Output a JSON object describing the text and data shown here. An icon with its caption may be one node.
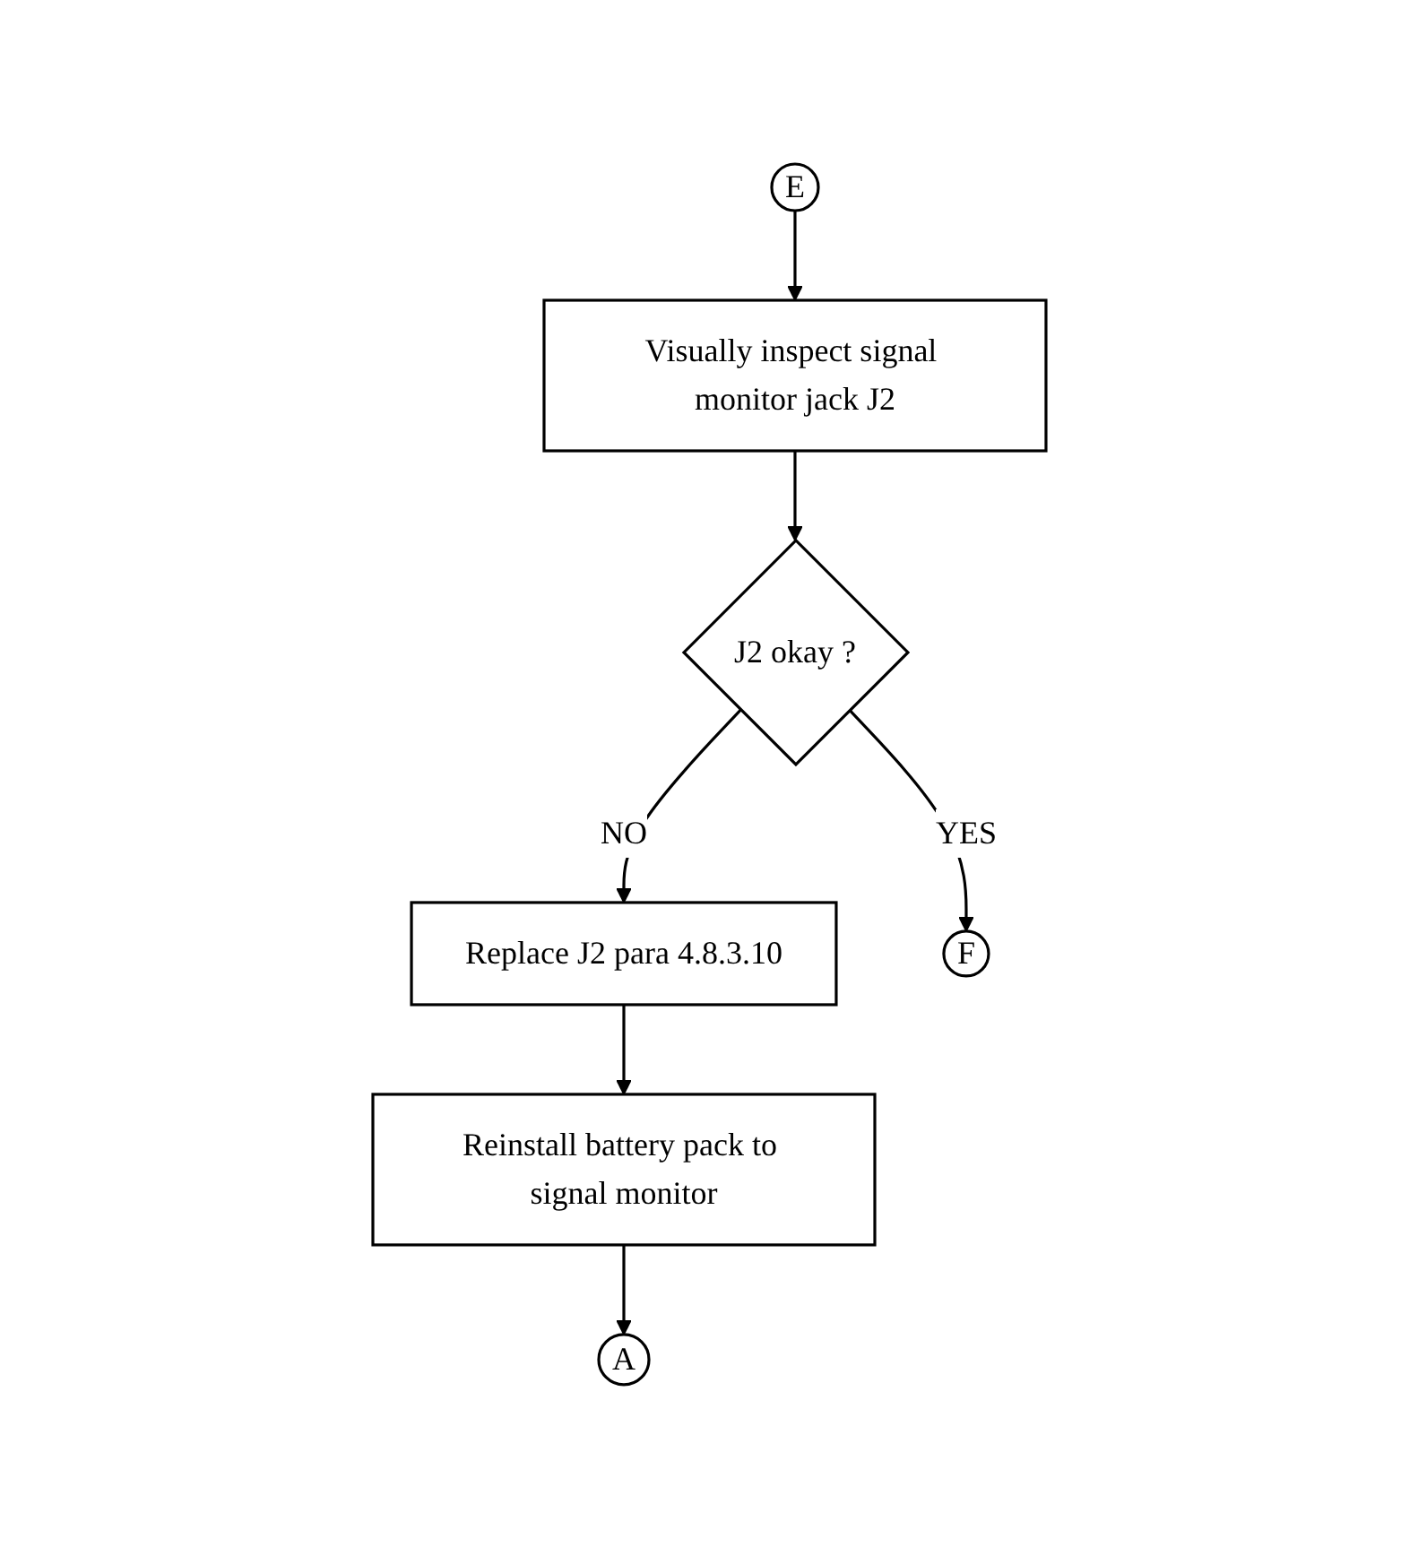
{
  "diagram": {
    "nodes": [
      {
        "text": [
          "E"
        ]
      },
      {
        "text": [
          "Visually inspect signal monitor jack J2"
        ]
      },
      {
        "text": [
          "J2 okay ?"
        ]
      },
      {
        "text": [
          "Replace J2 para 4.8.3.10"
        ]
      },
      {
        "text": [
          "F"
        ]
      },
      {
        "text": [
          "Reinstall battery pack to signal monitor"
        ]
      },
      {
        "text": [
          "A"
        ]
      }
    ],
    "edges": [
      {
        "from": 0,
        "to": 1,
        "arrow": "to"
      },
      {
        "from": 1,
        "to": 2,
        "arrow": "to"
      },
      {
        "from": 2,
        "to": 3,
        "arrow": "to",
        "label": "NO"
      },
      {
        "from": 2,
        "to": 4,
        "arrow": "to",
        "label": "YES"
      },
      {
        "from": 3,
        "to": 5,
        "arrow": "to"
      },
      {
        "from": 5,
        "to": 6,
        "arrow": "to"
      }
    ]
  }
}
